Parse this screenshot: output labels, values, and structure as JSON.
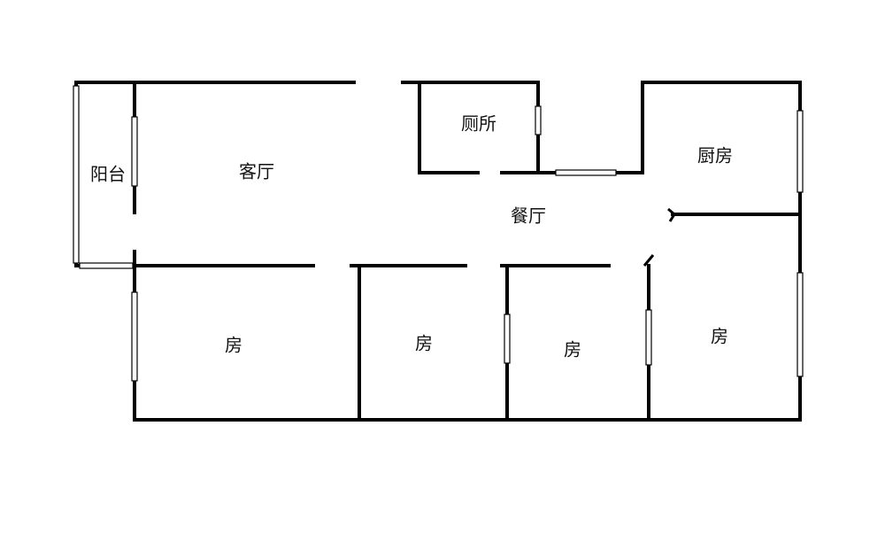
{
  "rooms": {
    "balcony": "阳台",
    "living_room": "客厅",
    "toilet": "厕所",
    "kitchen": "厨房",
    "dining_room": "餐厅",
    "bedroom_1": "房",
    "bedroom_2": "房",
    "bedroom_3": "房",
    "bedroom_4": "房"
  },
  "colors": {
    "wall": "#000000",
    "background": "#ffffff"
  }
}
